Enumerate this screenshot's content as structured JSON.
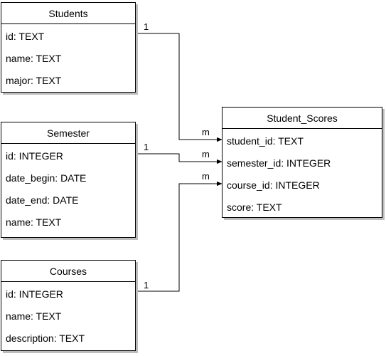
{
  "entities": {
    "students": {
      "title": "Students",
      "attributes": [
        "id: TEXT",
        "name: TEXT",
        "major: TEXT"
      ]
    },
    "semester": {
      "title": "Semester",
      "attributes": [
        "id: INTEGER",
        "date_begin: DATE",
        "date_end: DATE",
        "name: TEXT"
      ]
    },
    "courses": {
      "title": "Courses",
      "attributes": [
        "id: INTEGER",
        "name: TEXT",
        "description: TEXT"
      ]
    },
    "student_scores": {
      "title": "Student_Scores",
      "attributes": [
        "student_id: TEXT",
        "semester_id: INTEGER",
        "course_id: INTEGER",
        "score: TEXT"
      ]
    }
  },
  "relations": [
    {
      "from": "students",
      "to": "student_scores",
      "from_label": "1",
      "to_label": "m"
    },
    {
      "from": "semester",
      "to": "student_scores",
      "from_label": "1",
      "to_label": "m"
    },
    {
      "from": "courses",
      "to": "student_scores",
      "from_label": "1",
      "to_label": "m"
    }
  ],
  "colors": {
    "line": "#000000",
    "shadow": "#bdbdbd",
    "background": "#ffffff"
  }
}
